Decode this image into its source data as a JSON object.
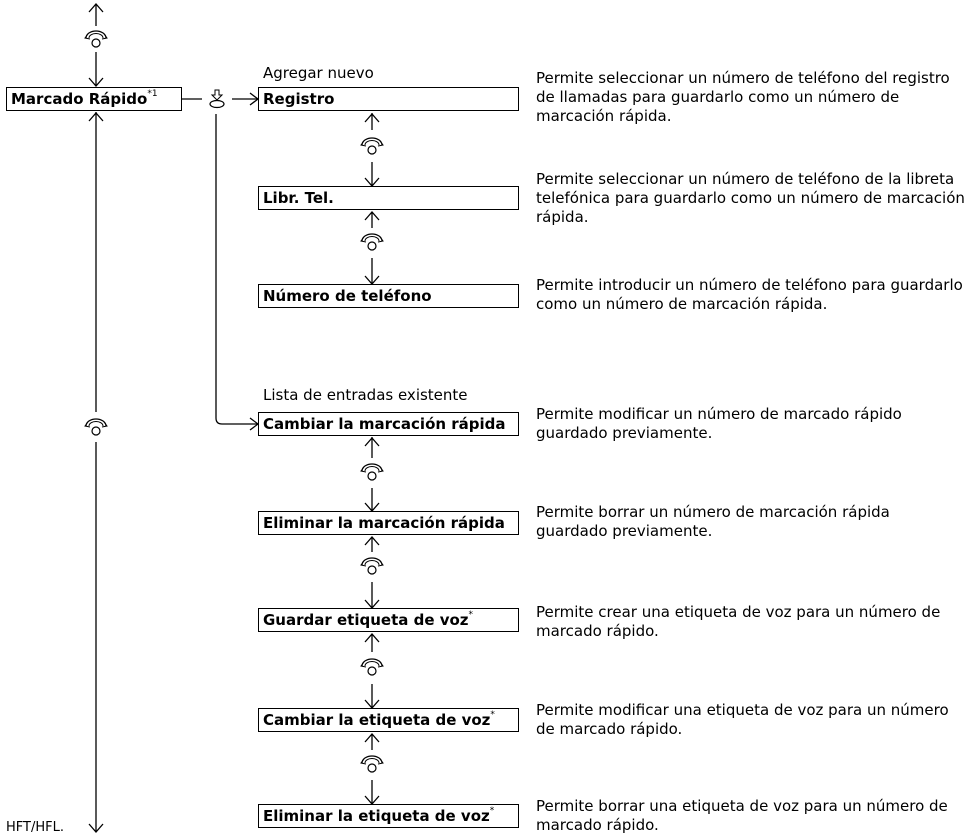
{
  "root": {
    "label": "Marcado Rápido",
    "sup": "*1"
  },
  "headings": {
    "add_new": "Agregar nuevo",
    "existing": "Lista de entradas existente"
  },
  "add_new_items": [
    {
      "label": "Registro",
      "sup": "",
      "desc": "Permite seleccionar un número de teléfono del registro de llamadas para guardarlo como un número de marcación rápida."
    },
    {
      "label": "Libr. Tel.",
      "sup": "",
      "desc": "Permite seleccionar un número de teléfono de la libreta telefónica para guardarlo como un número de marcación rápida."
    },
    {
      "label": "Número de teléfono",
      "sup": "",
      "desc": "Permite introducir un número de teléfono para guardarlo como un número de marcación rápida."
    }
  ],
  "existing_items": [
    {
      "label": "Cambiar la marcación rápida",
      "sup": "",
      "desc": "Permite modificar un número de marcado rápido guardado previamente."
    },
    {
      "label": "Eliminar la marcación rápida",
      "sup": "",
      "desc": "Permite borrar un número de marcación rápida guardado previamente."
    },
    {
      "label": "Guardar etiqueta de voz",
      "sup": "*",
      "desc": "Permite crear una etiqueta de voz para un número de marcado rápido."
    },
    {
      "label": "Cambiar la etiqueta de voz",
      "sup": "*",
      "desc": "Permite modificar una etiqueta de voz para un número de marcado rápido."
    },
    {
      "label": "Eliminar la etiqueta de voz",
      "sup": "*",
      "desc": "Permite borrar una etiqueta de voz para un número de marcado rápido."
    }
  ],
  "footer": "HFT/HFL.",
  "icons": {
    "rotate": "rotate-knob-icon",
    "press": "press-knob-icon"
  }
}
